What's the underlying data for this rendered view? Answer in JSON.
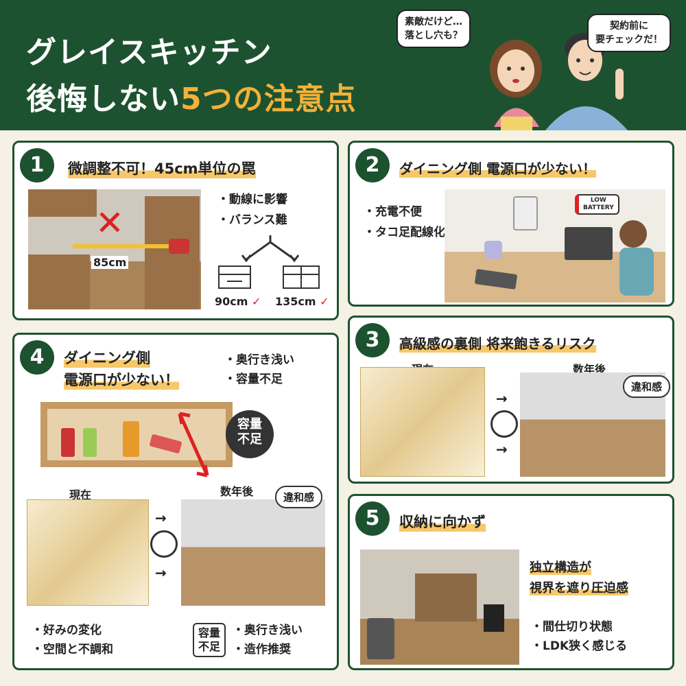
{
  "header": {
    "title_line1": "グレイスキッチン",
    "title_line2_prefix": "後悔しない",
    "title_line2_highlight": "5つの注意点",
    "bubble_woman": "素敵だけど…\n落とし穴も？",
    "bubble_man": "契約前に\n要チェックだ！"
  },
  "card1": {
    "number": "1",
    "title": "微調整不可！45cm単位の罠",
    "measure": "85cm",
    "bullets": [
      "・動線に影響",
      "・バランス難"
    ],
    "option_a": "90cm",
    "option_b": "135cm"
  },
  "card2": {
    "number": "2",
    "title": "ダイニング側 電源口が少ない！",
    "bullets": [
      "・充電不便",
      "・タコ足配線化"
    ],
    "battery_label": "LOW\nBATTERY"
  },
  "card3": {
    "number": "3",
    "title": "高級感の裏側 将来飽きるリスク",
    "now_label": "現在",
    "later_label": "数年後",
    "bubble": "違和感"
  },
  "card4": {
    "number": "4",
    "title_line1": "ダイニング側",
    "title_line2": "電源口が少ない！",
    "bullets_top": [
      "・奥行き浅い",
      "・容量不足"
    ],
    "capacity_tag": "容量\n不足",
    "now_label": "現在",
    "later_label": "数年後",
    "bubble": "違和感",
    "bullets_bottom_left": [
      "・好みの変化",
      "・空間と不調和"
    ],
    "bottom_tag": "容量\n不足",
    "bullets_bottom_right": [
      "・奥行き浅い",
      "・造作推奨"
    ]
  },
  "card5": {
    "number": "5",
    "title": "収納に向かず",
    "highlight_line1": "独立構造が",
    "highlight_line2": "視界を遮り圧迫感",
    "bullets": [
      "・間仕切り状態",
      "・LDK狭く感じる"
    ]
  }
}
